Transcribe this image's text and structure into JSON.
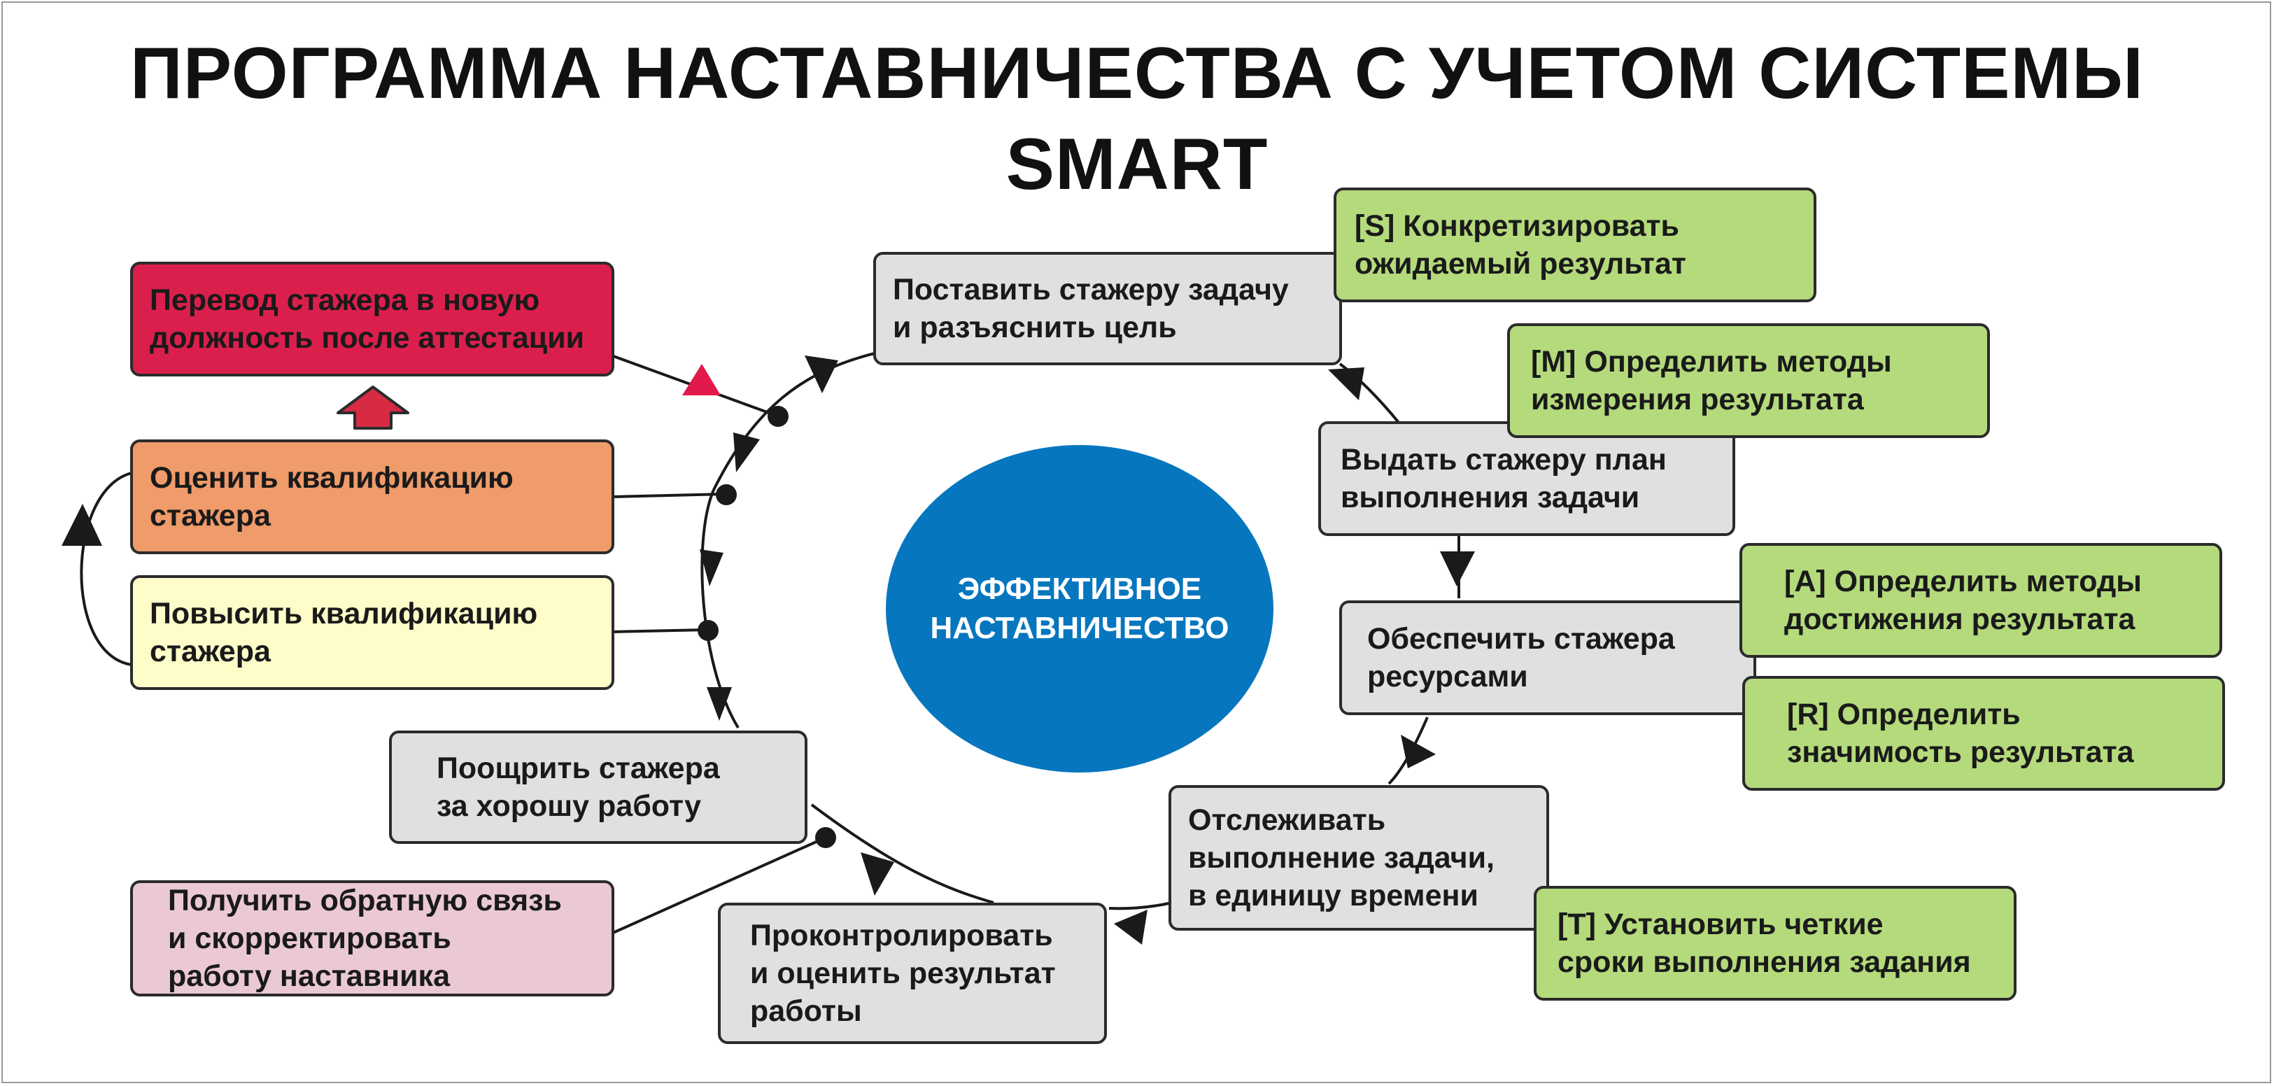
{
  "title": "ПРОГРАММА НАСТАВНИЧЕСТВА С УЧЕТОМ СИСТЕМЫ SMART",
  "center": "ЭФФЕКТИВНОЕ\nНАСТАВНИЧЕСТВО",
  "cycle_steps": [
    "Поставить стажеру задачу\nи разъяснить цель",
    "Выдать стажеру план\nвыполнения задачи",
    "Обеспечить стажера\nресурсами",
    "Отслеживать\nвыполнение задачи,\nв единицу времени",
    "Проконтролировать\nи оценить результат\nработы",
    "Поощрить стажера\nза хорошу работу"
  ],
  "smart": {
    "s": "[S] Конкретизировать\nожидаемый результат",
    "m": "[M] Определить методы\nизмерения результата",
    "a": "[A] Определить методы\nдостижения результата",
    "r": "[R] Определить\nзначимость результата",
    "t": "[T] Установить четкие\nсроки выполнения задания"
  },
  "left_boxes": {
    "transfer": "Перевод стажера в новую\nдолжность после аттестации",
    "assess": "Оценить квалификацию\nстажера",
    "improve": "Повысить квалификацию\nстажера",
    "feedback": "Получить обратную связь\nи скорректировать\nработу наставника"
  },
  "colors": {
    "cycle": "#e0e0e0",
    "smart": "#b4da7c",
    "transfer": "#db1f4c",
    "assess": "#ef9b6a",
    "improve": "#fefcc9",
    "feedback": "#eac9d3",
    "center": "#0677be"
  }
}
